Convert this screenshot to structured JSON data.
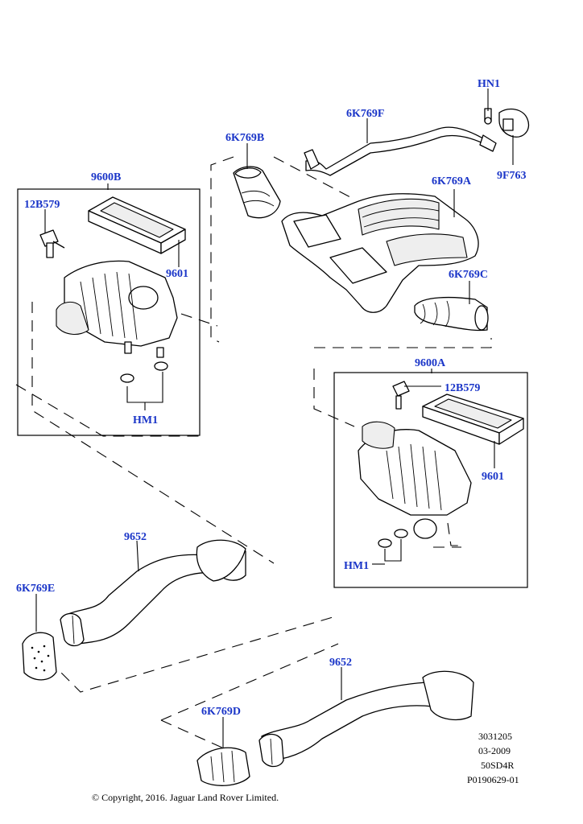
{
  "labels": {
    "hn1": "HN1",
    "k6769f": "6K769F",
    "k6769b": "6K769B",
    "f9763": "9F763",
    "k6769a": "6K769A",
    "b9600": "9600B",
    "b12579_left": "12B579",
    "p9601_left": "9601",
    "k6769c": "6K769C",
    "hm1_left": "HM1",
    "a9600": "9600A",
    "b12579_right": "12B579",
    "p9601_right": "9601",
    "hm1_right": "HM1",
    "p9652_left": "9652",
    "k6769e": "6K769E",
    "p9652_right": "9652",
    "k6769d": "6K769D"
  },
  "meta": {
    "line1": "3031205",
    "line2": "03-2009",
    "line3": "50SD4R",
    "line4": "P0190629-01"
  },
  "copyright": "© Copyright, 2016. Jaguar Land Rover Limited.",
  "colors": {
    "callout": "#1a35c8",
    "ink": "#000000"
  }
}
